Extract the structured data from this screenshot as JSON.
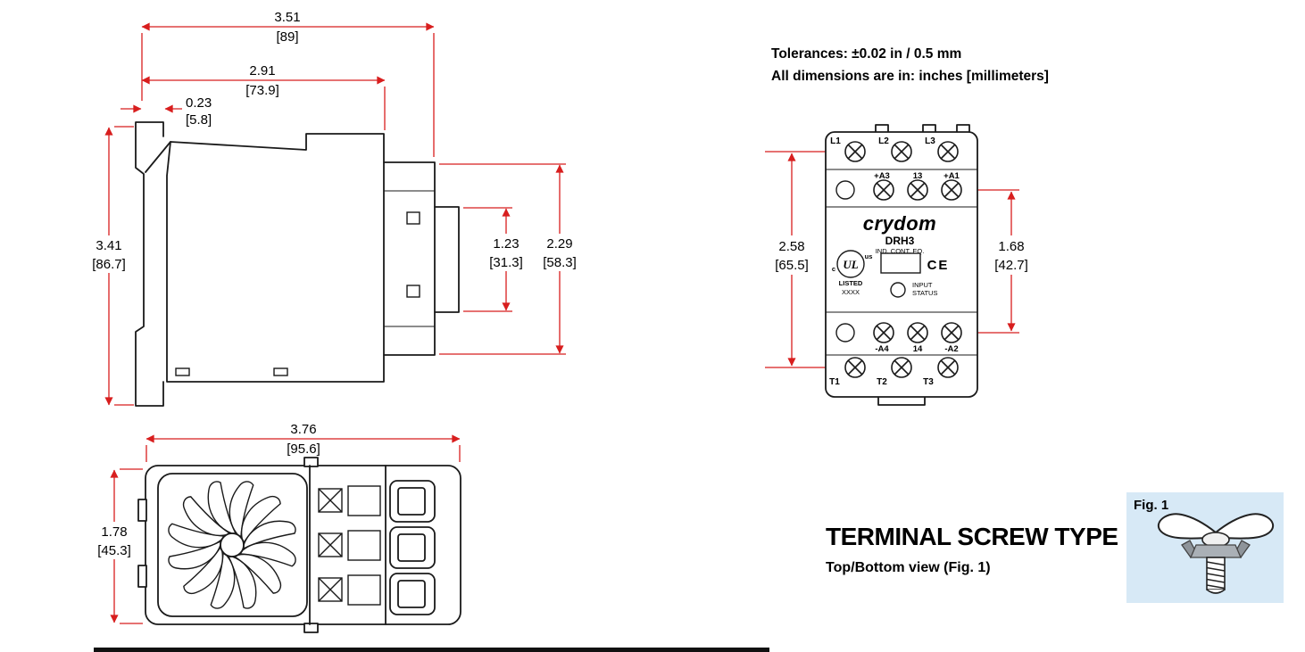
{
  "colors": {
    "dim-color": "#d81e1e",
    "line-color": "#1a1a1a",
    "figure-bg": "#d7e9f6"
  },
  "notes": {
    "tolerances": "Tolerances: ±0.02 in / 0.5 mm",
    "units": "All dimensions are in: inches [millimeters]"
  },
  "side_view": {
    "width_overall": {
      "in": "3.51",
      "mm": "[89]"
    },
    "width_body": {
      "in": "2.91",
      "mm": "[73.9]"
    },
    "rail_depth": {
      "in": "0.23",
      "mm": "[5.8]"
    },
    "height_overall": {
      "in": "3.41",
      "mm": "[86.7]"
    },
    "terminal_span_inner": {
      "in": "1.23",
      "mm": "[31.3]"
    },
    "terminal_span_outer": {
      "in": "2.29",
      "mm": "[58.3]"
    }
  },
  "bottom_view": {
    "width": {
      "in": "3.76",
      "mm": "[95.6]"
    },
    "depth": {
      "in": "1.78",
      "mm": "[45.3]"
    }
  },
  "front_view": {
    "brand": "crydom",
    "model": "DRH3",
    "descriptor": "IND. CONT. EQ.",
    "ul": {
      "c": "c",
      "mark": "UL",
      "us": "us",
      "listed": "LISTED",
      "code": "XXXX"
    },
    "ce": "CE",
    "led": {
      "line1": "INPUT",
      "line2": "STATUS"
    },
    "terminals": {
      "line_top": [
        "L1",
        "L2",
        "L3"
      ],
      "control_top": [
        "+A3",
        "13",
        "+A1"
      ],
      "control_bottom": [
        "-A4",
        "14",
        "-A2"
      ],
      "load_bottom": [
        "T1",
        "T2",
        "T3"
      ]
    },
    "height_span": {
      "in": "2.58",
      "mm": "[65.5]"
    },
    "control_span": {
      "in": "1.68",
      "mm": "[42.7]"
    }
  },
  "figure": {
    "label": "Fig. 1",
    "section_title": "TERMINAL SCREW TYPE",
    "section_subtitle": "Top/Bottom view (Fig. 1)"
  }
}
